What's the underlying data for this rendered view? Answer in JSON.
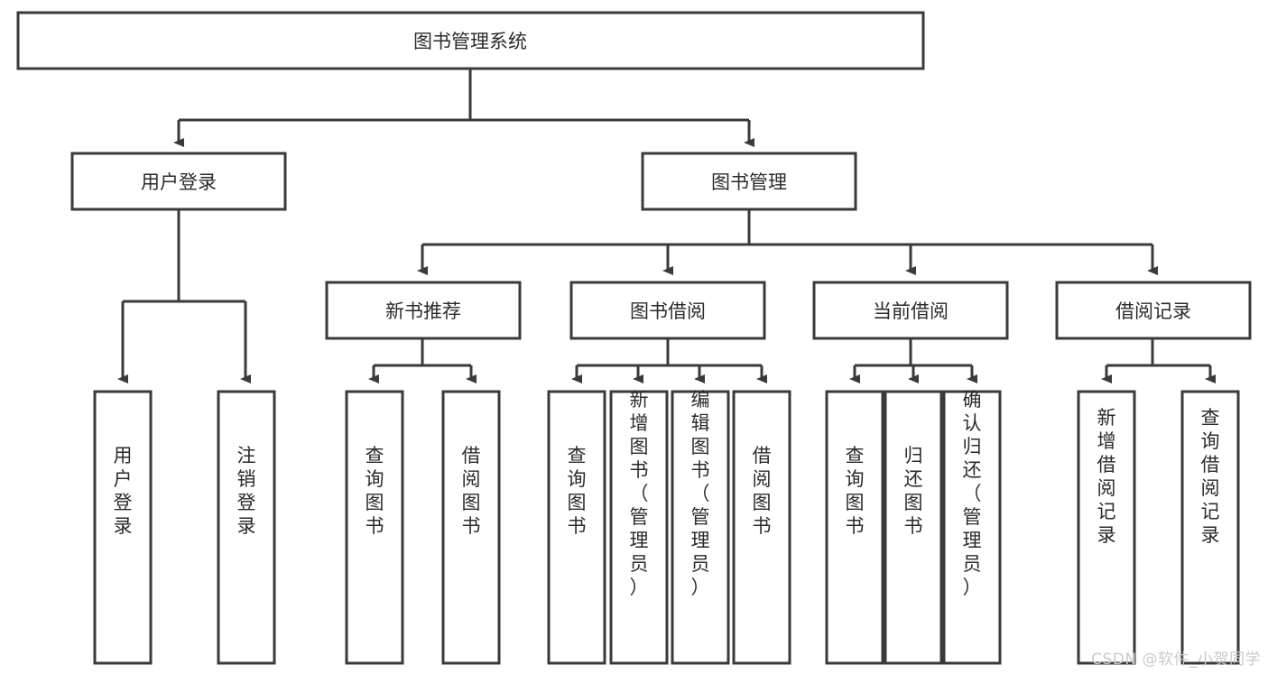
{
  "diagram": {
    "type": "tree",
    "title": "图书管理系统",
    "watermark": "CSDN @软件_小贺同学",
    "colors": {
      "box_stroke": "#3a3a3a",
      "box_fill": "#ffffff",
      "text": "#2b2b2b",
      "watermark": "#c9c9c9",
      "background": "#ffffff"
    },
    "levels": {
      "root": {
        "label": "图书管理系统"
      },
      "level2": [
        {
          "label": "用户登录"
        },
        {
          "label": "图书管理"
        }
      ],
      "level3": [
        {
          "label": "新书推荐"
        },
        {
          "label": "图书借阅"
        },
        {
          "label": "当前借阅"
        },
        {
          "label": "借阅记录"
        }
      ],
      "leaves": {
        "user_login": [
          {
            "label": "用户登录"
          },
          {
            "label": "注销登录"
          }
        ],
        "new_book_recommend": [
          {
            "label": "查询图书"
          },
          {
            "label": "借阅图书"
          }
        ],
        "book_borrow": [
          {
            "label": "查询图书"
          },
          {
            "label": "新增图书（管理员）"
          },
          {
            "label": "编辑图书（管理员）"
          },
          {
            "label": "借阅图书"
          }
        ],
        "current_borrow": [
          {
            "label": "查询图书"
          },
          {
            "label": "归还图书"
          },
          {
            "label": "确认归还（管理员）"
          }
        ],
        "borrow_record": [
          {
            "label": "新增借阅记录"
          },
          {
            "label": "查询借阅记录"
          }
        ]
      }
    }
  }
}
